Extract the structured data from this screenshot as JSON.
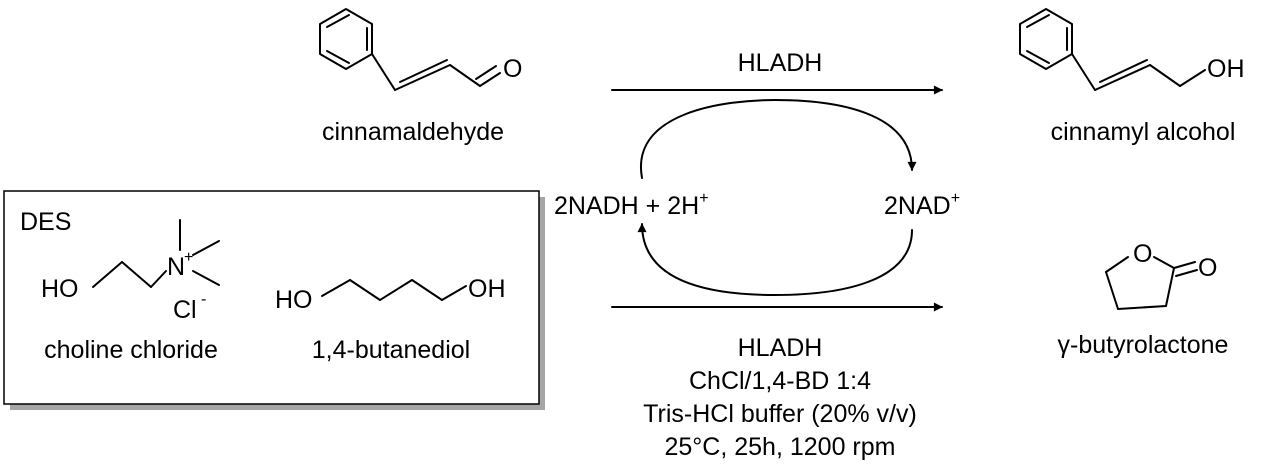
{
  "molecules": {
    "cinnamaldehyde": {
      "label": "cinnamaldehyde",
      "oxygen": "O"
    },
    "cinnamyl_alcohol": {
      "label": "cinnamyl alcohol",
      "hydroxyl": "OH"
    },
    "gbl": {
      "label": "γ-butyrolactone",
      "ring_oxygen": "O",
      "carbonyl_oxygen": "O"
    },
    "choline_chloride": {
      "label": "choline chloride",
      "hydroxyl": "HO",
      "nitrogen": "N",
      "charge_plus": "+",
      "chloride": "Cl",
      "charge_minus": "-"
    },
    "butanediol": {
      "label": "1,4-butanediol",
      "left_oh": "HO",
      "right_oh": "OH"
    }
  },
  "des_box": {
    "title": "DES"
  },
  "cofactors": {
    "nadh_main": "2NADH + 2H",
    "nadh_sup": "+",
    "nad_main": "2NAD",
    "nad_sup": "+"
  },
  "enzyme_top": "HLADH",
  "conditions": [
    "HLADH",
    "ChCl/1,4-BD 1:4",
    "Tris-HCl buffer (20% v/v)",
    "25°C, 25h, 1200 rpm"
  ]
}
